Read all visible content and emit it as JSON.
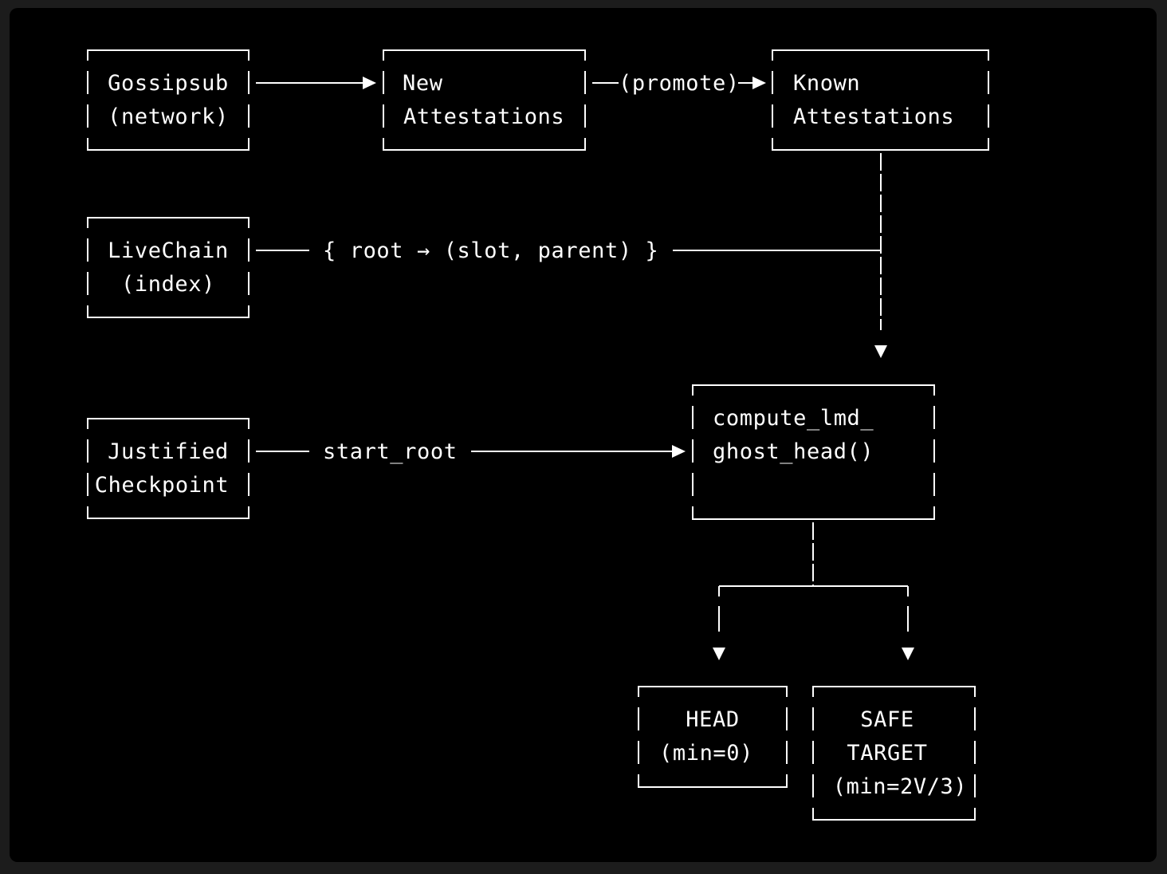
{
  "nodes": {
    "gossipsub": {
      "line1": "Gossipsub",
      "line2": "(network)"
    },
    "new_attestations": {
      "line1": "New",
      "line2": "Attestations"
    },
    "known_attestations": {
      "line1": "Known",
      "line2": "Attestations"
    },
    "livechain": {
      "line1": "LiveChain",
      "line2": "(index)"
    },
    "justified_checkpoint": {
      "line1": "Justified",
      "line2": "Checkpoint"
    },
    "compute": {
      "line1": "compute_lmd_",
      "line2": "ghost_head()"
    },
    "head": {
      "line1": "HEAD",
      "line2": "(min=0)"
    },
    "safe_target": {
      "line1": "SAFE",
      "line2": "TARGET",
      "line3": "(min=2V/3)"
    }
  },
  "edges": {
    "promote_label": "(promote)",
    "livechain_label": "{ root → (slot, parent) }",
    "start_root_label": "start_root"
  },
  "colors": {
    "background": "#000000",
    "frame": "#1c1c1c",
    "foreground": "#ffffff"
  }
}
